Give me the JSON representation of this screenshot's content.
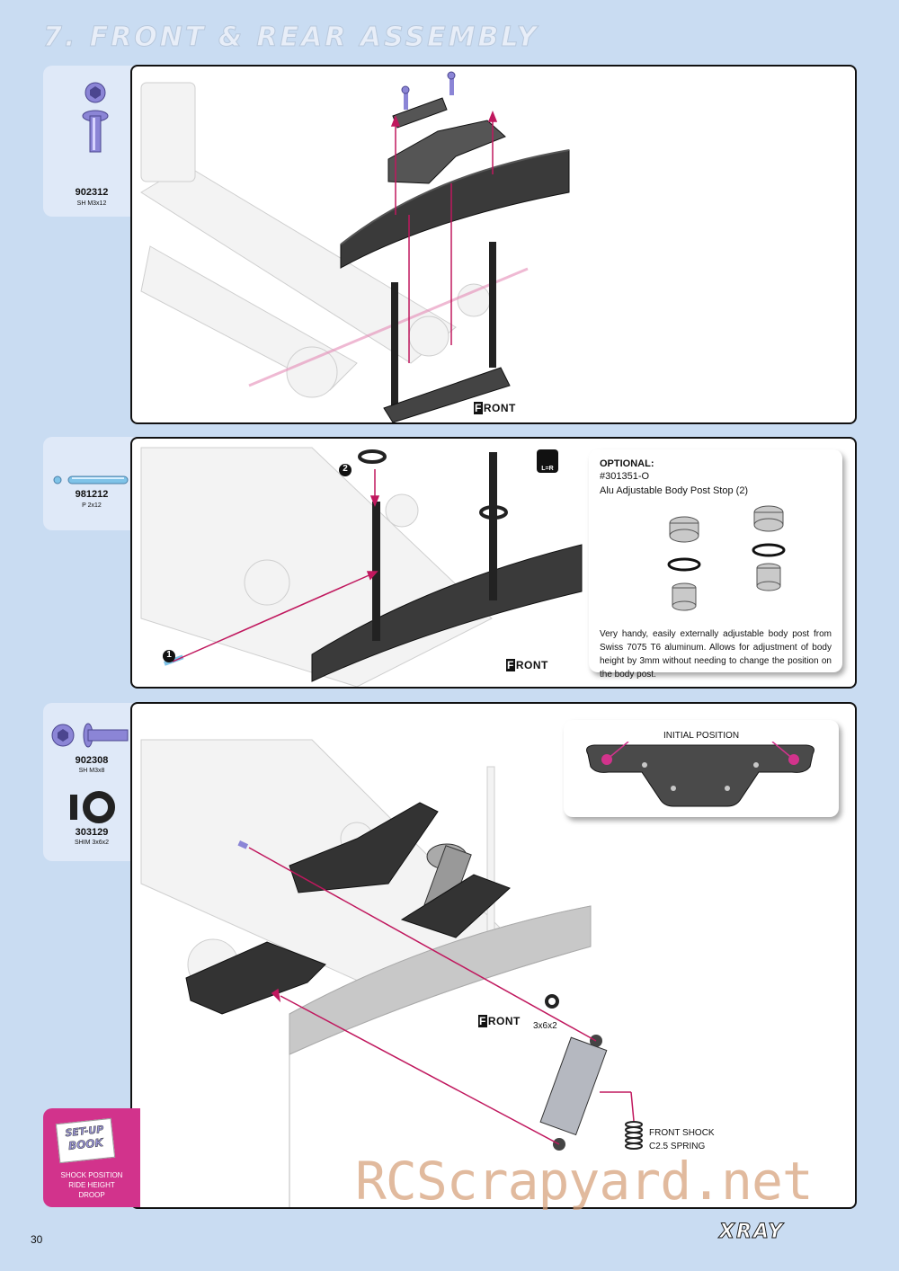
{
  "header": {
    "title": "7. FRONT & REAR ASSEMBLY"
  },
  "steps": [
    {
      "parts": [
        {
          "number": "902312",
          "desc": "SH M3x12"
        }
      ],
      "front_label": "FRONT"
    },
    {
      "parts": [
        {
          "number": "981212",
          "desc": "P 2x12"
        }
      ],
      "front_label": "FRONT",
      "callouts": [
        "1",
        "2"
      ],
      "lr_icon": "L=R",
      "optional": {
        "title": "OPTIONAL:",
        "part": "#301351-O",
        "name": "Alu Adjustable Body Post Stop (2)",
        "description": "Very handy, easily externally adjustable body post from Swiss 7075 T6 aluminum. Allows for adjustment of body height by 3mm without needing to change the position on the body post."
      }
    },
    {
      "parts": [
        {
          "number": "902308",
          "desc": "SH M3x8"
        },
        {
          "number": "303129",
          "desc": "SHIM 3x6x2"
        }
      ],
      "front_label": "FRONT",
      "initial_position": "INITIAL POSITION",
      "shim_label": "3x6x2",
      "shock_label_1": "FRONT SHOCK",
      "shock_label_2": "C2.5 SPRING"
    }
  ],
  "setup_book": {
    "badge_line1": "SET-UP",
    "badge_line2": "BOOK",
    "items": [
      "SHOCK POSITION",
      "RIDE HEIGHT",
      "DROOP"
    ]
  },
  "watermark": "RCScrapyard.net",
  "footer": {
    "page_number": "30",
    "logo": "XRAY"
  },
  "colors": {
    "background": "#c9dcf2",
    "accent": "#d2338c",
    "arrow": "#c0185e"
  },
  "icons": [
    "hex-screw-icon",
    "pin-icon",
    "flat-head-screw-icon",
    "shim-icon",
    "lr-symmetry-icon",
    "set-up-book-icon"
  ]
}
